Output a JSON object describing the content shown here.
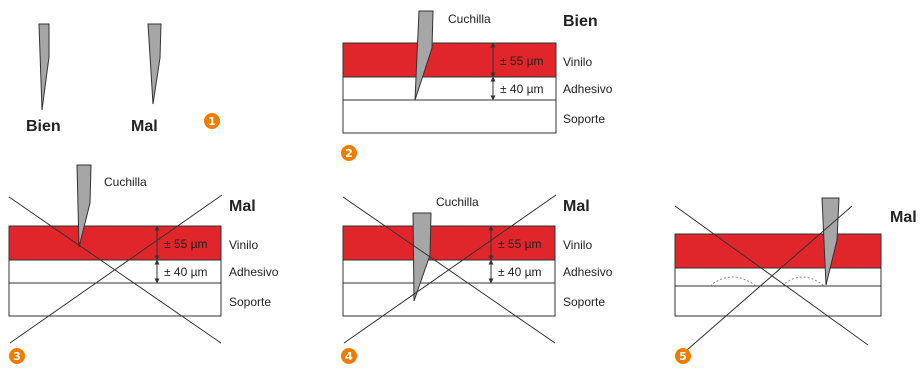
{
  "colors": {
    "vinyl": "#e0262b",
    "blade": "#a6a6a6",
    "outline": "#333333",
    "step_badge": "#f07d00"
  },
  "icons": {
    "step_badge": "circled-number-icon",
    "blade": "blade-icon",
    "dimension": "dimension-arrow-icon"
  },
  "panel1": {
    "good_label": "Bien",
    "bad_label": "Mal",
    "step": "1"
  },
  "panel2": {
    "blade_label": "Cuchilla",
    "verdict": "Bien",
    "vinyl_thickness": "± 55 µm",
    "adhesive_thickness": "± 40 µm",
    "vinyl_label": "Vinilo",
    "adhesive_label": "Adhesivo",
    "backing_label": "Soporte",
    "step": "2"
  },
  "panel3": {
    "blade_label": "Cuchilla",
    "verdict": "Mal",
    "vinyl_thickness": "± 55 µm",
    "adhesive_thickness": "± 40 µm",
    "vinyl_label": "Vinilo",
    "adhesive_label": "Adhesivo",
    "backing_label": "Soporte",
    "step": "3"
  },
  "panel4": {
    "blade_label": "Cuchilla",
    "verdict": "Mal",
    "vinyl_thickness": "± 55 µm",
    "adhesive_thickness": "± 40 µm",
    "vinyl_label": "Vinilo",
    "adhesive_label": "Adhesivo",
    "backing_label": "Soporte",
    "step": "4"
  },
  "panel5": {
    "verdict": "Mal",
    "step": "5"
  }
}
